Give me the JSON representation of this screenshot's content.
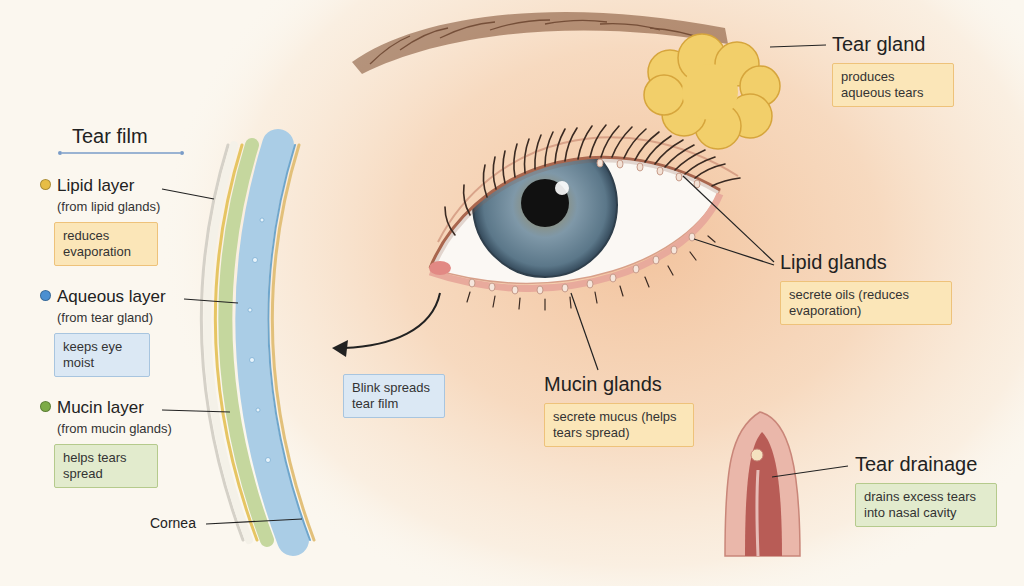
{
  "diagram": {
    "nodes": [
      {
        "text": [
          "Lipid layer",
          "(from lipid glands)",
          "reduces evaporation"
        ]
      },
      {
        "text": [
          "Aqueous layer",
          "(from tear gland)",
          "keeps eye moist"
        ]
      },
      {
        "text": [
          "Mucin layer",
          "(from mucin glands)",
          "helps tears spread"
        ]
      },
      {
        "text": [
          "Blink spreads tear film"
        ]
      },
      {
        "text": [
          "Tear gland",
          "produces aqueous tears"
        ]
      },
      {
        "text": [
          "Lipid glands",
          "secrete oils (reduces evaporation)"
        ]
      },
      {
        "text": [
          "Mucin glands",
          "secrete mucus (helps tears spread)"
        ]
      },
      {
        "text": [
          "Tear drainage",
          "drains excess tears into nasal cavity"
        ]
      }
    ],
    "labels": [
      "Tear film",
      "Cornea"
    ]
  }
}
